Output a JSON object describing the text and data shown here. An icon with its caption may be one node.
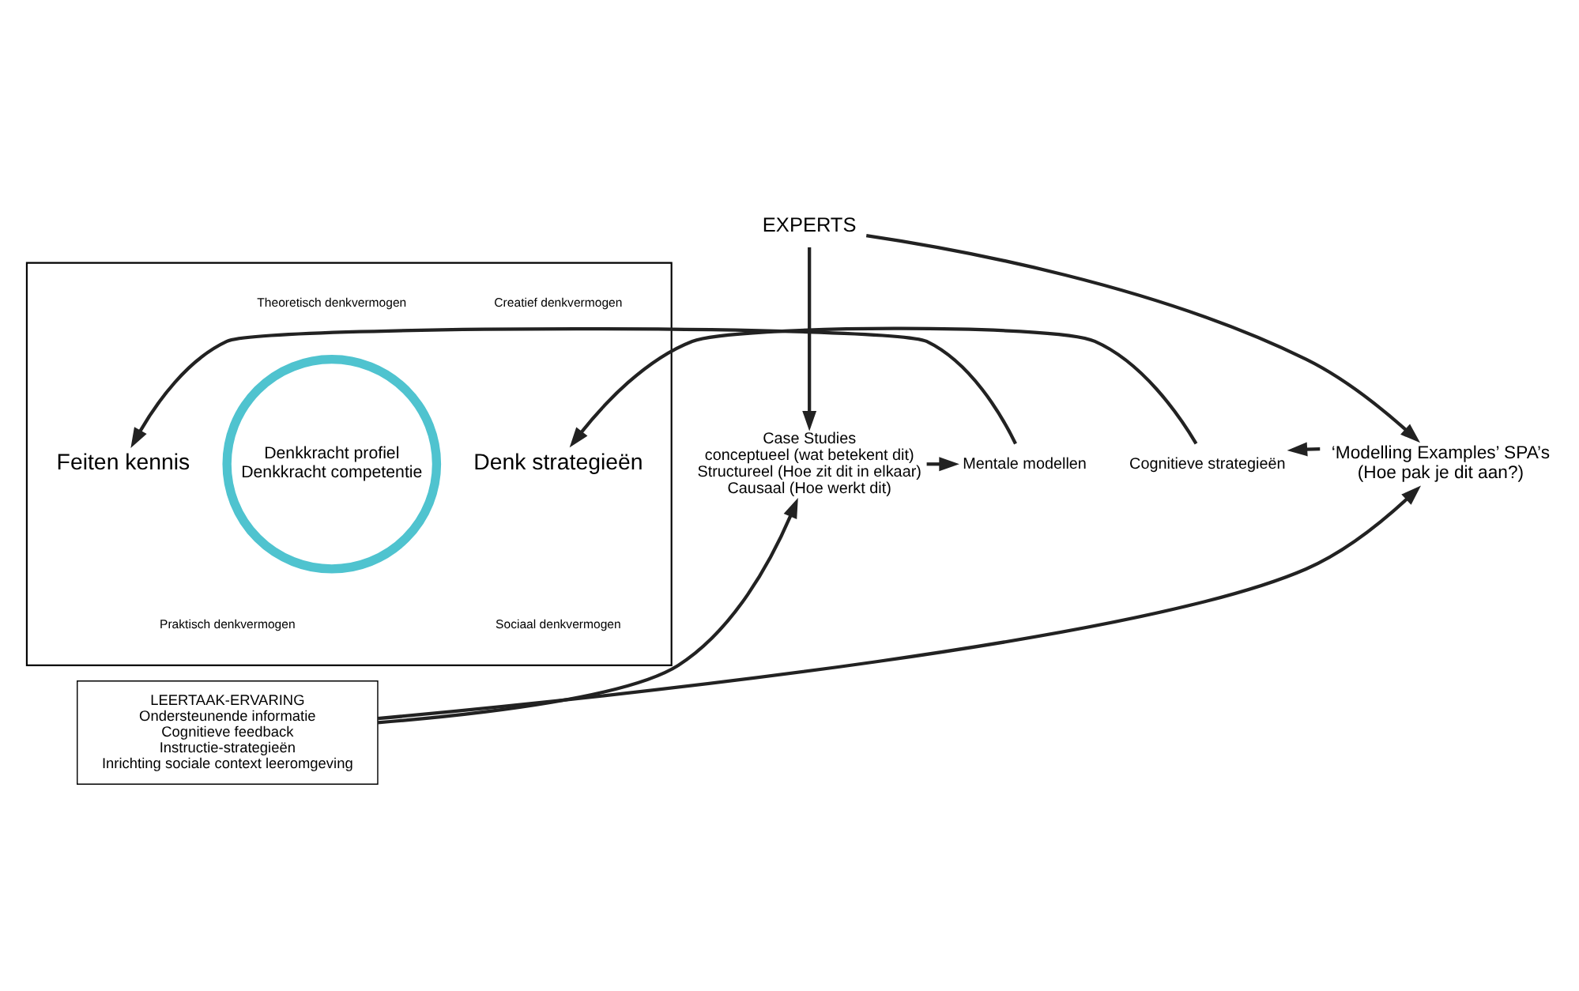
{
  "diagram": {
    "nodes": [
      {
        "text": [
          "EXPERTS"
        ]
      },
      {
        "text": [
          "Case Studies",
          "conceptueel (wat betekent dit)",
          "Structureel (Hoe zit dit in elkaar)",
          "Causaal (Hoe werkt dit)"
        ]
      },
      {
        "text": [
          "Mentale modellen"
        ]
      },
      {
        "text": [],
        "shape": "box"
      },
      {
        "text": [
          "Theoretisch denkvermogen"
        ],
        "in": 3
      },
      {
        "text": [
          "Creatief denkvermogen"
        ],
        "in": 3
      },
      {
        "text": [
          "Feiten kennis"
        ],
        "in": 3
      },
      {
        "text": [
          "Denkkracht profiel",
          "Denkkracht competentie"
        ],
        "in": 3
      },
      {
        "text": [
          "Denk strategieën"
        ],
        "in": 3
      },
      {
        "text": [
          "Praktisch denkvermogen"
        ],
        "in": 3
      },
      {
        "text": [
          "Sociaal denkvermogen"
        ],
        "in": 3
      },
      {
        "text": [
          "Cognitieve strategieën"
        ]
      },
      {
        "text": [
          "‘Modelling Examples’ SPA’s",
          "(Hoe pak je dit aan?)"
        ]
      },
      {
        "text": [
          "LEERTAAK-ERVARING",
          "Ondersteunende informatie",
          "Cognitieve feedback",
          "Instructie-strategieën",
          "Inrichting sociale context leeromgeving"
        ]
      }
    ],
    "edges": [
      {
        "from": 0,
        "to": 1,
        "arrow": "to"
      },
      {
        "from": 0,
        "to": 12,
        "arrow": "to"
      },
      {
        "from": 1,
        "to": 2,
        "arrow": "to"
      },
      {
        "from": 2,
        "to": 6,
        "arrow": "to"
      },
      {
        "from": 12,
        "to": 11,
        "arrow": "to"
      },
      {
        "from": 11,
        "to": 8,
        "arrow": "to"
      },
      {
        "from": 13,
        "to": 1,
        "arrow": "to"
      },
      {
        "from": 13,
        "to": 12,
        "arrow": "to"
      }
    ]
  }
}
